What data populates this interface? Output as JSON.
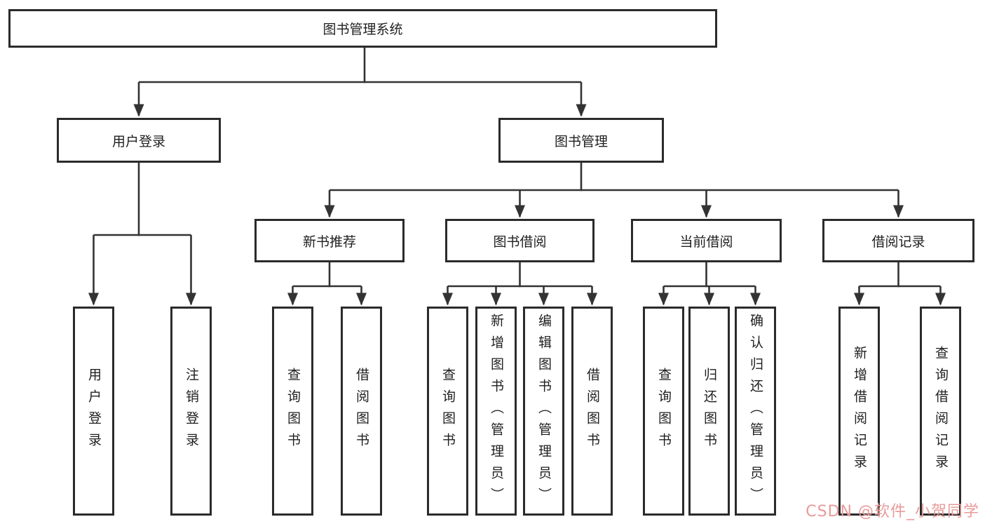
{
  "colors": {
    "line": "#333333",
    "border": "#2b2b2b",
    "text": "#1f1f1f",
    "background": "#ffffff",
    "watermark": "#e99a9a"
  },
  "tree": {
    "root": "图书管理系统",
    "branches": [
      {
        "label": "用户登录",
        "children": [
          "用户登录",
          "注销登录"
        ]
      },
      {
        "label": "图书管理",
        "groups": [
          {
            "label": "新书推荐",
            "children": [
              "查询图书",
              "借阅图书"
            ]
          },
          {
            "label": "图书借阅",
            "children": [
              "查询图书",
              "新增图书（管理员）",
              "编辑图书（管理员）",
              "借阅图书"
            ]
          },
          {
            "label": "当前借阅",
            "children": [
              "查询图书",
              "归还图书",
              "确认归还（管理员）"
            ]
          },
          {
            "label": "借阅记录",
            "children": [
              "新增借阅记录",
              "查询借阅记录"
            ]
          }
        ]
      }
    ]
  },
  "watermark": {
    "text": "CSDN @软件_小贺同学"
  }
}
